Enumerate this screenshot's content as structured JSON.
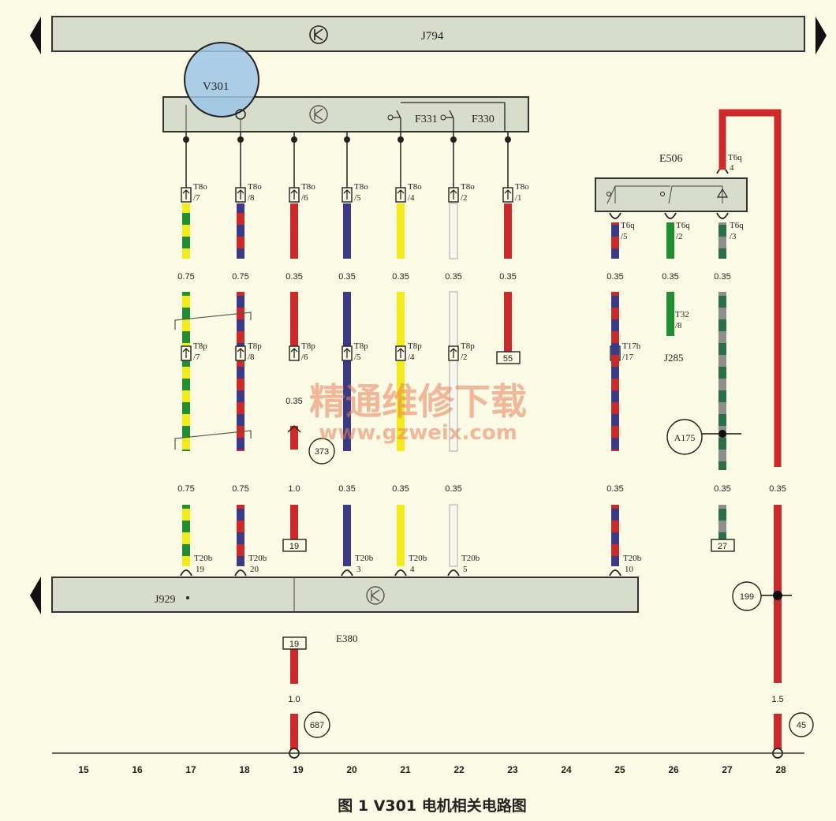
{
  "components": {
    "j794": "J794",
    "j929": "J929",
    "v301": "V301",
    "f331": "F331",
    "f330": "F330",
    "e506": "E506",
    "j285": "J285",
    "e380": "E380"
  },
  "connectors": {
    "t8o": [
      "T8o",
      "T8o",
      "T8o",
      "T8o",
      "T8o",
      "T8o",
      "T8o"
    ],
    "t8o_pins": [
      "/7",
      "/8",
      "/6",
      "/5",
      "/4",
      "/2",
      "/1"
    ],
    "t8p": [
      "T8p",
      "T8p",
      "T8p",
      "T8p",
      "T8p",
      "T8p"
    ],
    "t8p_pins": [
      "/7",
      "/8",
      "/6",
      "/5",
      "/4",
      "/2"
    ],
    "t20b": [
      "T20b",
      "T20b",
      "T20b",
      "T20b",
      "T20b",
      "T20b"
    ],
    "t20b_pins": [
      "19",
      "20",
      "3",
      "4",
      "5",
      "10"
    ],
    "t6q": [
      "T6q",
      "T6q",
      "T6q",
      "T6q"
    ],
    "t6q_pins": [
      "4",
      "/5",
      "/2",
      "/3"
    ],
    "t17h": "T17h",
    "t17h_pin": "/17",
    "t32": "T32",
    "t32_pin": "/8"
  },
  "wire_sizes": {
    "upper": [
      "0.75",
      "0.75",
      "0.35",
      "0.35",
      "0.35",
      "0.35",
      "0.35",
      "0.35",
      "0.35",
      "0.35"
    ],
    "lower": [
      "0.75",
      "0.75",
      "1.0",
      "0.35",
      "0.35",
      "0.35",
      "0.35",
      "0.35",
      "0.35"
    ],
    "mid_0_35": "0.35",
    "col19_bottom": "1.0",
    "col28_bottom": "1.5"
  },
  "wire_colors": {
    "green": "#1f8f2f",
    "yellow": "#f3ea1a",
    "red": "#cc2a2a",
    "blue": "#3b3a86",
    "white": "#f7f7ee",
    "grey": "#8e8e8e",
    "module_fill": "#d8dccb",
    "background": "#fbfae4"
  },
  "refs": {
    "box55": "55",
    "box19a": "19",
    "box19b": "19",
    "box27": "27",
    "c373": "373",
    "c687": "687",
    "c45": "45",
    "c199": "199",
    "a175": "A175"
  },
  "columns": [
    "15",
    "16",
    "17",
    "18",
    "19",
    "20",
    "21",
    "22",
    "23",
    "24",
    "25",
    "26",
    "27",
    "28"
  ],
  "watermark": {
    "line1": "精通维修下载",
    "line2": "www.gzweix.com"
  },
  "caption": "图 1  V301 电机相关电路图"
}
